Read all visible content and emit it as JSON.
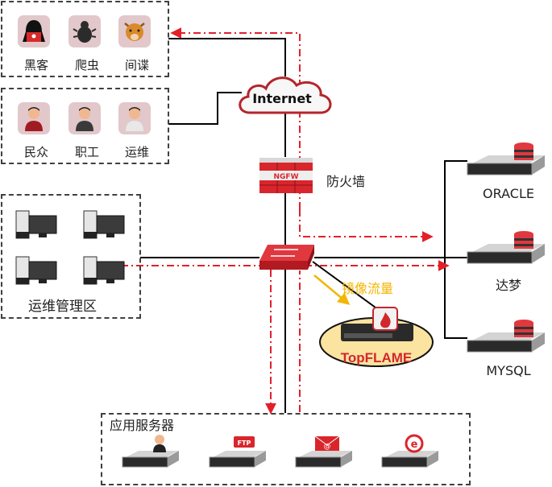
{
  "title": "TopFLAME 数据库审计部署拓扑",
  "colors": {
    "wire": "#000000",
    "traffic": "#e3202a",
    "mirror_arrow": "#f2b705",
    "tile_bg": "#e2c8cb",
    "topflame_ellipse": "#fbe3a0",
    "topflame_label": "#d1282e"
  },
  "threat_group": {
    "items": [
      {
        "label": "黑客",
        "icon": "hacker-icon"
      },
      {
        "label": "爬虫",
        "icon": "bug-icon"
      },
      {
        "label": "间谍",
        "icon": "spy-icon"
      }
    ]
  },
  "user_group": {
    "items": [
      {
        "label": "民众",
        "icon": "citizen-icon"
      },
      {
        "label": "职工",
        "icon": "employee-icon"
      },
      {
        "label": "运维",
        "icon": "ops-person-icon"
      }
    ]
  },
  "internet": {
    "label": "Internet"
  },
  "firewall": {
    "label": "防火墙",
    "badge": "NGFW"
  },
  "ops_zone": {
    "label": "运维管理区",
    "workstation_count": 4
  },
  "mirror": {
    "label": "镜像流量"
  },
  "topflame": {
    "label": "TopFLAME"
  },
  "databases": [
    {
      "label": "ORACLE"
    },
    {
      "label": "达梦"
    },
    {
      "label": "MYSQL"
    }
  ],
  "app_servers": {
    "label": "应用服务器",
    "items": [
      {
        "icon": "user-server-icon"
      },
      {
        "icon": "ftp-icon",
        "badge": "FTP"
      },
      {
        "icon": "mail-icon",
        "badge": "@"
      },
      {
        "icon": "web-browser-icon",
        "badge": "e"
      }
    ]
  }
}
